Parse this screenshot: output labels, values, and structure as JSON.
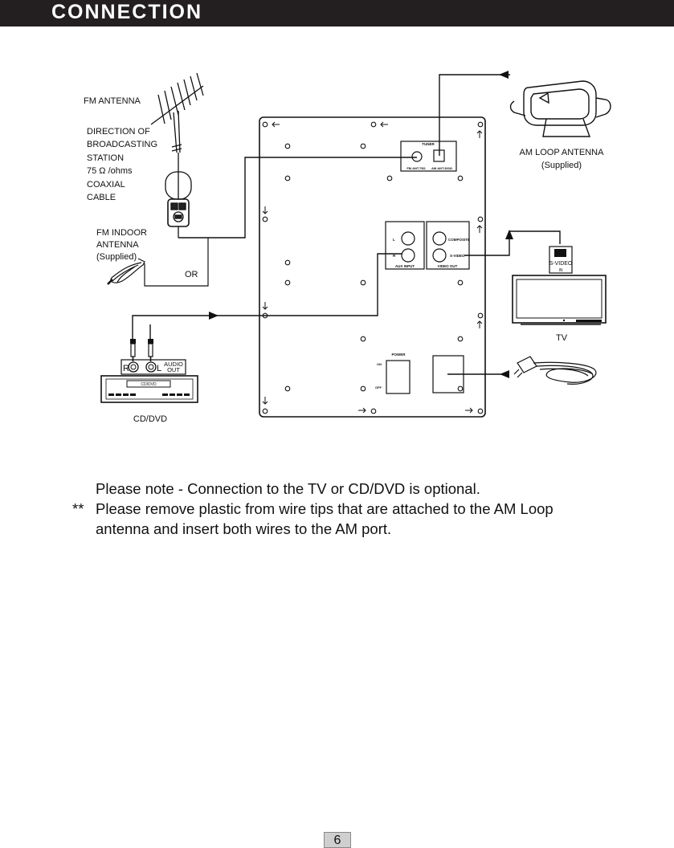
{
  "header": {
    "title": "CONNECTION"
  },
  "diagram": {
    "fm_antenna": "FM ANTENNA",
    "direction_lines": [
      "DIRECTION OF",
      "BROADCASTING",
      "STATION"
    ],
    "ohms": "75 Ω /ohms",
    "coaxial": "COAXIAL",
    "cable": "CABLE",
    "fm_indoor_lines": [
      "FM INDOOR",
      "ANTENNA",
      "(Supplied)"
    ],
    "or_label": "OR",
    "am_loop": "AM LOOP ANTENNA",
    "am_supplied": "(Supplied)",
    "tuner": "TUNER",
    "fm_ant_port": "FM ANT.75Ω",
    "am_ant_port": "AM ANT.300Ω",
    "aux_l": "L",
    "aux_r": "R",
    "aux_input": "AUX INPUT",
    "composite": "COMPOSITE",
    "s_video_port": "S-VIDEO",
    "video_out": "VIDEO OUT",
    "power": "POWER",
    "on": "ON",
    "off": "OFF",
    "s_video_in_1": "S-VIDEO",
    "s_video_in_2": "IN",
    "tv": "TV",
    "dvd_r": "R",
    "dvd_l": "L",
    "audio_out_1": "AUDIO",
    "audio_out_2": "OUT",
    "cd_dvd_screen": "CD/DVD",
    "cd_dvd": "CD/DVD"
  },
  "notes": {
    "line1": "Please note - Connection to the TV or CD/DVD is optional.",
    "marker": "**",
    "line2": "Please remove plastic from wire tips that are attached to the AM Loop",
    "line3": "antenna and insert both wires to the AM port."
  },
  "page": {
    "number": "6"
  }
}
